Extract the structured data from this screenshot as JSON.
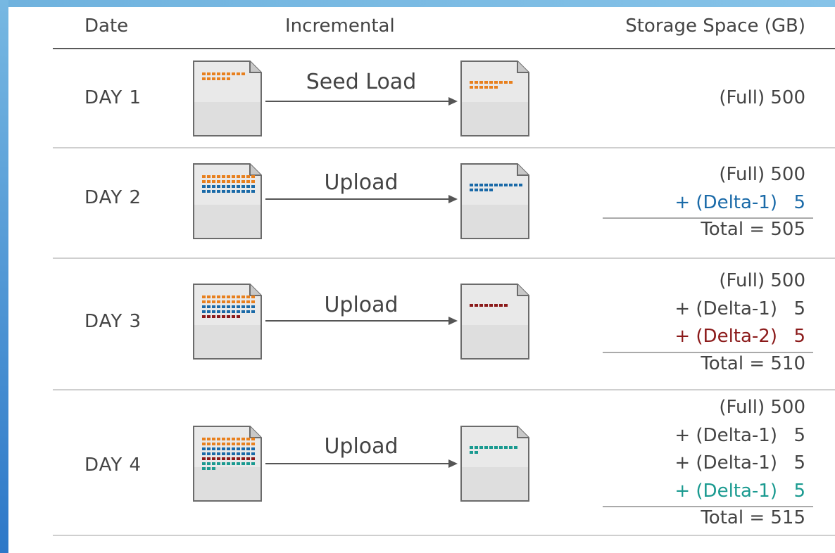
{
  "header": {
    "date": "Date",
    "incremental": "Incremental",
    "storage": "Storage Space (GB)"
  },
  "rows": [
    {
      "day": "DAY 1",
      "operation": "Seed Load",
      "storage": [
        {
          "text": "(Full) 500"
        }
      ]
    },
    {
      "day": "DAY 2",
      "operation": "Upload",
      "storage": [
        {
          "text": "(Full) 500"
        },
        {
          "label": "+ (Delta-1)",
          "value": "5",
          "color": "#1a6aa8"
        }
      ],
      "total": "Total = 505"
    },
    {
      "day": "DAY 3",
      "operation": "Upload",
      "storage": [
        {
          "text": "(Full) 500"
        },
        {
          "label": "+ (Delta-1)",
          "value": "5"
        },
        {
          "label": "+ (Delta-2)",
          "value": "5",
          "color": "#8b1a1a"
        }
      ],
      "total": "Total = 510"
    },
    {
      "day": "DAY 4",
      "operation": "Upload",
      "storage": [
        {
          "text": "(Full) 500"
        },
        {
          "label": "+ (Delta-1)",
          "value": "5"
        },
        {
          "label": "+ (Delta-1)",
          "value": "5"
        },
        {
          "label": "+ (Delta-1)",
          "value": "5",
          "color": "#1a9a90"
        }
      ],
      "total": "Total = 515"
    }
  ],
  "colors": {
    "full": "#e8801e",
    "delta_blue": "#1a6aa8",
    "delta_red": "#8b1a1a",
    "delta_teal": "#1a9a90"
  }
}
